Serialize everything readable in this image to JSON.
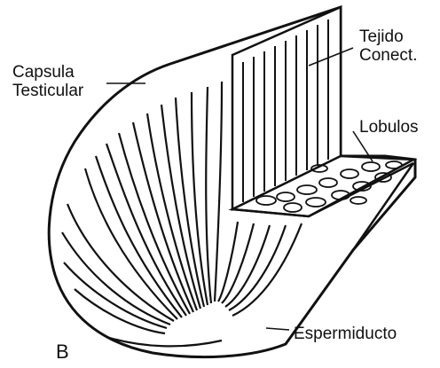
{
  "figure": {
    "labels": {
      "capsula": "Capsula\nTesticular",
      "tejido": "Tejido\nConect.",
      "lobulos": "Lobulos",
      "espermiducto": "Espermiducto",
      "panel": "B"
    },
    "colors": {
      "ink": "#111111",
      "background": "#ffffff"
    }
  }
}
